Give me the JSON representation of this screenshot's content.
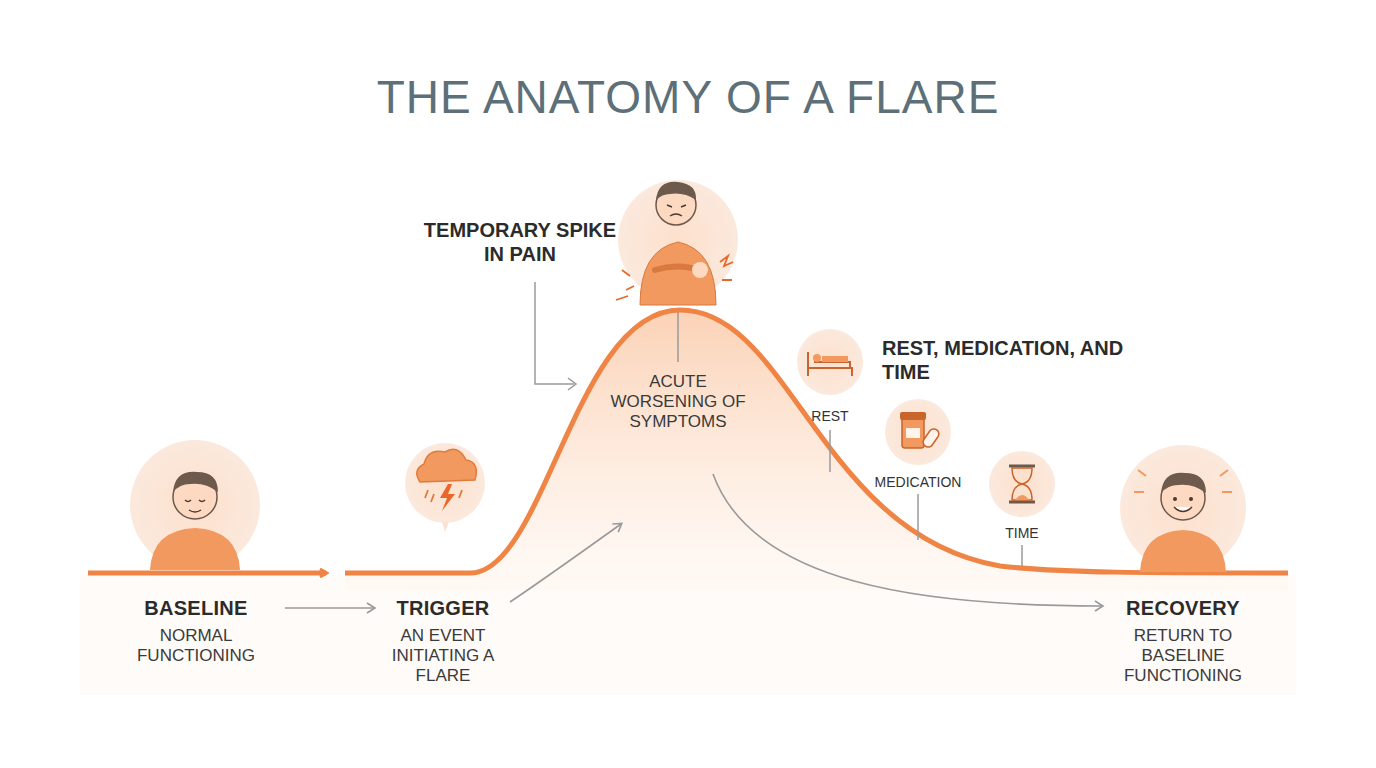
{
  "diagram": {
    "title": "THE ANATOMY OF A FLARE",
    "nodes": [
      {
        "text": [
          "BASELINE",
          "NORMAL FUNCTIONING"
        ]
      },
      {
        "text": [
          "TRIGGER",
          "AN EVENT INITIATING A FLARE"
        ]
      },
      {
        "text": [
          "ACUTE WORSENING OF SYMPTOMS"
        ]
      },
      {
        "text": [
          "RECOVERY",
          "RETURN TO BASELINE FUNCTIONING"
        ]
      }
    ],
    "edges": [
      {
        "from": 0,
        "to": 1,
        "arrow": "to"
      },
      {
        "from": 1,
        "to": 2,
        "arrow": "to"
      },
      {
        "from": 2,
        "to": 3,
        "arrow": "to"
      }
    ],
    "labels": [
      "TEMPORARY SPIKE IN PAIN",
      "REST, MEDICATION, AND TIME",
      "REST",
      "MEDICATION",
      "TIME"
    ]
  }
}
